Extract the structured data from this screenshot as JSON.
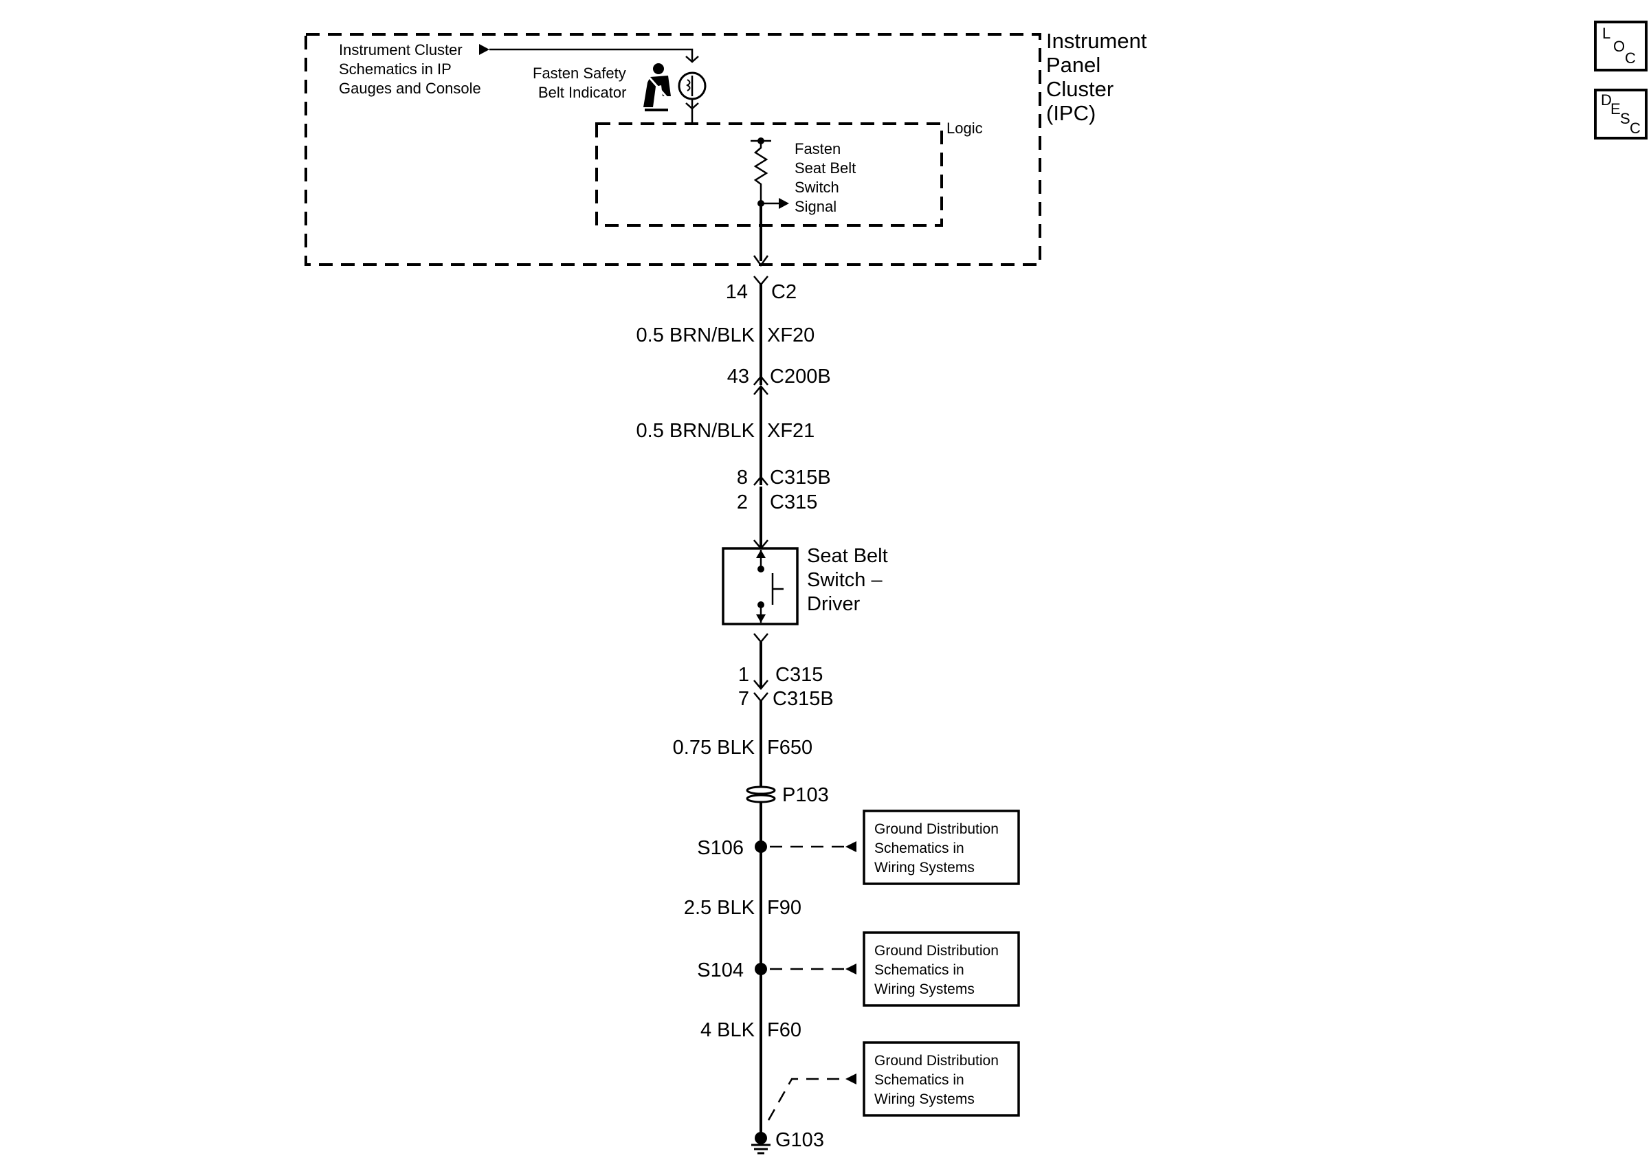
{
  "ipc": {
    "title_lines": [
      "Instrument",
      "Panel",
      "Cluster",
      "(IPC)"
    ],
    "ref_lines": [
      "Instrument Cluster",
      "Schematics in IP",
      "Gauges and Console"
    ],
    "indicator_lines": [
      "Fasten Safety",
      "Belt Indicator"
    ],
    "logic_label": "Logic",
    "signal_lines": [
      "Fasten",
      "Seat Belt",
      "Switch",
      "Signal"
    ]
  },
  "circuit": {
    "conn_c2_pin": "14",
    "conn_c2": "C2",
    "wire1_spec": "0.5 BRN/BLK",
    "wire1_id": "XF20",
    "conn_c200b_pin": "43",
    "conn_c200b": "C200B",
    "wire2_spec": "0.5 BRN/BLK",
    "wire2_id": "XF21",
    "conn_c315b_top_pin": "8",
    "conn_c315b_top": "C315B",
    "conn_c315_top_pin": "2",
    "conn_c315_top": "C315",
    "switch_lines": [
      "Seat Belt",
      "Switch –",
      "Driver"
    ],
    "conn_c315_bot_pin": "1",
    "conn_c315_bot": "C315",
    "conn_c315b_bot_pin": "7",
    "conn_c315b_bot": "C315B",
    "wire3_spec": "0.75 BLK",
    "wire3_id": "F650",
    "pass_through": "P103",
    "splice1": "S106",
    "wire4_spec": "2.5 BLK",
    "wire4_id": "F90",
    "splice2": "S104",
    "wire5_spec": "4 BLK",
    "wire5_id": "F60",
    "ground": "G103"
  },
  "ground_refs": [
    {
      "lines": [
        "Ground Distribution",
        "Schematics in",
        "Wiring Systems"
      ]
    },
    {
      "lines": [
        "Ground Distribution",
        "Schematics in",
        "Wiring Systems"
      ]
    },
    {
      "lines": [
        "Ground Distribution",
        "Schematics in",
        "Wiring Systems"
      ]
    }
  ],
  "buttons": {
    "loc": {
      "a": "L",
      "b": "O",
      "c": "C"
    },
    "desc": {
      "a": "D",
      "b": "E",
      "c": "S",
      "d": "C"
    }
  }
}
